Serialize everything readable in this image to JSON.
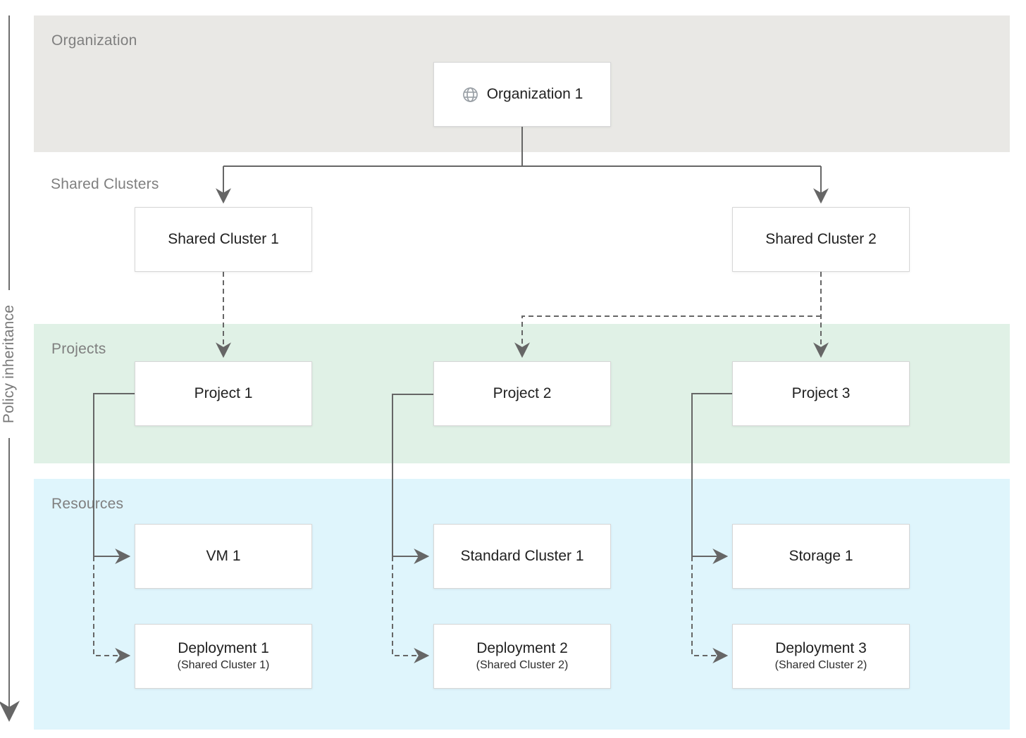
{
  "diagram": {
    "axis_label": "Policy inheritance",
    "bands": {
      "organization": {
        "label": "Organization",
        "color": "#e9e8e5"
      },
      "shared_clusters": {
        "label": "Shared Clusters",
        "color": "#ffffff"
      },
      "projects": {
        "label": "Projects",
        "color": "#e0f1e6"
      },
      "resources": {
        "label": "Resources",
        "color": "#dff5fc"
      }
    },
    "nodes": {
      "organization1": {
        "label": "Organization 1",
        "icon": "globe-icon"
      },
      "sharedCluster1": {
        "label": "Shared Cluster 1"
      },
      "sharedCluster2": {
        "label": "Shared Cluster 2"
      },
      "project1": {
        "label": "Project 1"
      },
      "project2": {
        "label": "Project 2"
      },
      "project3": {
        "label": "Project 3"
      },
      "vm1": {
        "label": "VM 1"
      },
      "standardCluster1": {
        "label": "Standard Cluster 1"
      },
      "storage1": {
        "label": "Storage 1"
      },
      "deployment1": {
        "label": "Deployment 1",
        "sublabel": "(Shared Cluster 1)"
      },
      "deployment2": {
        "label": "Deployment 2",
        "sublabel": "(Shared Cluster 2)"
      },
      "deployment3": {
        "label": "Deployment 3",
        "sublabel": "(Shared Cluster 2)"
      }
    },
    "edges": [
      {
        "from": "organization1",
        "to": "sharedCluster1",
        "style": "solid"
      },
      {
        "from": "organization1",
        "to": "sharedCluster2",
        "style": "solid"
      },
      {
        "from": "sharedCluster1",
        "to": "project1",
        "style": "dashed"
      },
      {
        "from": "sharedCluster2",
        "to": "project2",
        "style": "dashed"
      },
      {
        "from": "sharedCluster2",
        "to": "project3",
        "style": "dashed"
      },
      {
        "from": "project1",
        "to": "vm1",
        "style": "solid"
      },
      {
        "from": "project1",
        "to": "deployment1",
        "style": "dashed"
      },
      {
        "from": "project2",
        "to": "standardCluster1",
        "style": "solid"
      },
      {
        "from": "project2",
        "to": "deployment2",
        "style": "dashed"
      },
      {
        "from": "project3",
        "to": "storage1",
        "style": "solid"
      },
      {
        "from": "project3",
        "to": "deployment3",
        "style": "dashed"
      }
    ],
    "colors": {
      "line": "#666666",
      "band_label_text": "#7f7f7f",
      "node_text": "#212121",
      "node_border": "#d7d7d7",
      "globe_icon": "#9aa0a6"
    }
  }
}
